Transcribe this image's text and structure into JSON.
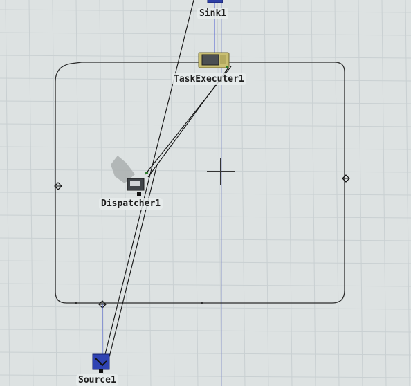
{
  "scene": {
    "background": "#dde2e2",
    "grid_color": "#c9d0d2",
    "axis_color": "#8f99c9",
    "path_color": "#2b2b2b",
    "connector_color": "#111111"
  },
  "objects": {
    "sink": {
      "label": "Sink1",
      "color": "#2d3fa6"
    },
    "task_executer": {
      "label": "TaskExecuter1",
      "body_color": "#c9bf72"
    },
    "dispatcher": {
      "label": "Dispatcher1",
      "body_color": "#3f4448"
    },
    "source": {
      "label": "Source1",
      "color": "#2f43b3"
    }
  },
  "network": {
    "node_shape": "diamond",
    "node_count": 3,
    "path_shape": "rounded-rectangle-loop"
  },
  "cursor": {
    "icon": "crosshair-cursor-icon"
  }
}
